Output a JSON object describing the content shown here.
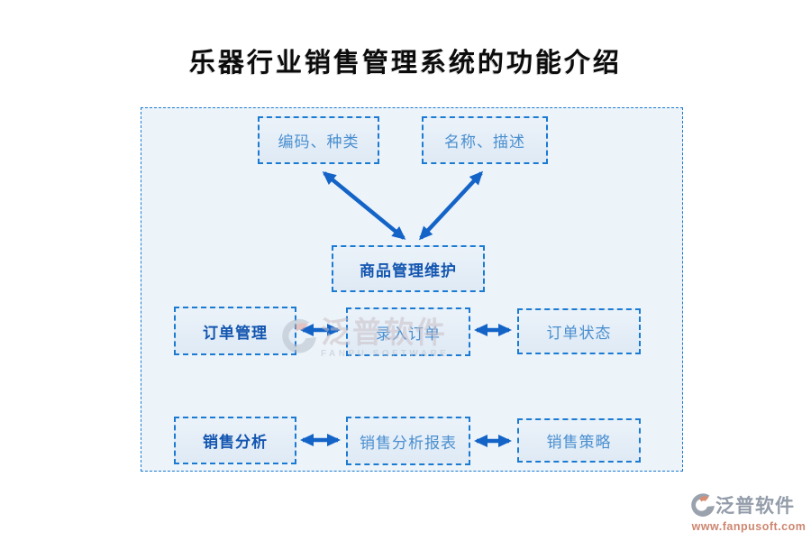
{
  "title": "乐器行业销售管理系统的功能介绍",
  "colors": {
    "arrow_blue": "#1464c8",
    "dashed_border_blue": "#1b7ad2",
    "node_fill_light_blue": "#e6eef7",
    "panel_fill": "#edf4f9",
    "bold_node_text": "#1356b0",
    "node_text": "#4a8fd0",
    "watermark_gray": "#939ca9",
    "watermark_salmon": "#cd8670"
  },
  "diagram": {
    "nodes": [
      {
        "id": "code-type",
        "label": "编码、种类",
        "bold": false
      },
      {
        "id": "name-desc",
        "label": "名称、描述",
        "bold": false
      },
      {
        "id": "product-mgmt",
        "label": "商品管理维护",
        "bold": true
      },
      {
        "id": "order-mgmt",
        "label": "订单管理",
        "bold": true
      },
      {
        "id": "order-entry",
        "label": "录入订单",
        "bold": false
      },
      {
        "id": "order-status",
        "label": "订单状态",
        "bold": false
      },
      {
        "id": "sales-analysis",
        "label": "销售分析",
        "bold": true
      },
      {
        "id": "sales-report",
        "label": "销售分析报表",
        "bold": false
      },
      {
        "id": "sales-strategy",
        "label": "销售策略",
        "bold": false
      }
    ],
    "edges": [
      {
        "from": "product-mgmt",
        "to": "code-type",
        "bidirectional": true
      },
      {
        "from": "product-mgmt",
        "to": "name-desc",
        "bidirectional": true
      },
      {
        "from": "order-mgmt",
        "to": "order-entry",
        "bidirectional": true
      },
      {
        "from": "order-entry",
        "to": "order-status",
        "bidirectional": true
      },
      {
        "from": "sales-analysis",
        "to": "sales-report",
        "bidirectional": true
      },
      {
        "from": "sales-report",
        "to": "sales-strategy",
        "bidirectional": true
      }
    ]
  },
  "watermark_center": {
    "brand": "泛普软件",
    "subtitle": "FANPU SOFTWARE"
  },
  "watermark_corner": {
    "brand": "泛普软件",
    "url": "www.fanpusoft.com"
  }
}
